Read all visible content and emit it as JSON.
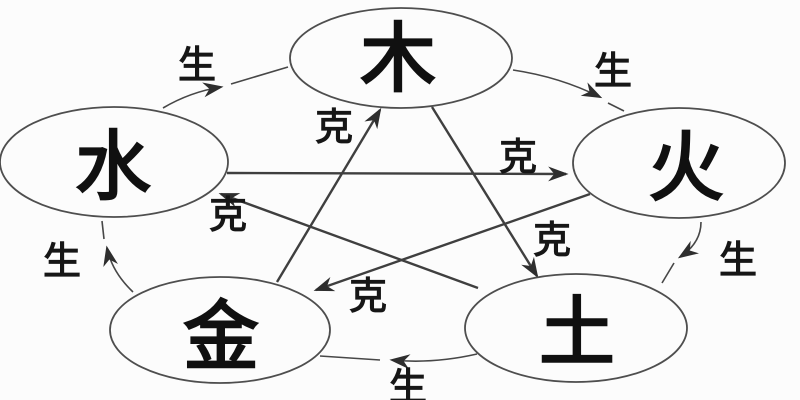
{
  "nodes": {
    "wood": {
      "label": "木"
    },
    "fire": {
      "label": "火"
    },
    "earth": {
      "label": "土"
    },
    "metal": {
      "label": "金"
    },
    "water": {
      "label": "水"
    }
  },
  "generating": [
    {
      "from": "water",
      "to": "wood",
      "label": "生"
    },
    {
      "from": "wood",
      "to": "fire",
      "label": "生"
    },
    {
      "from": "fire",
      "to": "earth",
      "label": "生"
    },
    {
      "from": "earth",
      "to": "metal",
      "label": "生"
    },
    {
      "from": "metal",
      "to": "water",
      "label": "生"
    }
  ],
  "overcoming": [
    {
      "from": "metal",
      "to": "wood",
      "label": "克"
    },
    {
      "from": "wood",
      "to": "earth",
      "label": "克"
    },
    {
      "from": "water",
      "to": "fire",
      "label": "克"
    },
    {
      "from": "fire",
      "to": "metal",
      "label": "克"
    },
    {
      "from": "earth",
      "to": "water",
      "label": "克"
    }
  ],
  "colors": {
    "background": "#fcfcfc",
    "line": "#3f3f3f",
    "text": "#101010"
  }
}
